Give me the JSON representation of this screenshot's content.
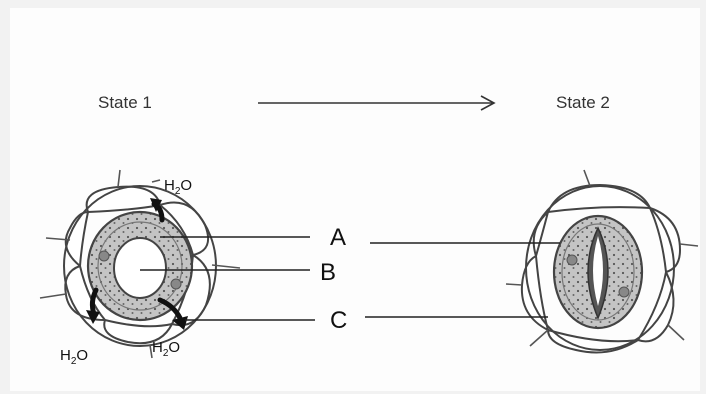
{
  "states": {
    "left": "State 1",
    "right": "State 2"
  },
  "labels": {
    "a": "A",
    "b": "B",
    "c": "C"
  },
  "water": {
    "base": "H",
    "subscript": "2",
    "tail": "O"
  },
  "colors": {
    "outline": "#444444",
    "guard_fill": "#b9b9b9",
    "cell_fill": "#ffffff",
    "arrow": "#111111"
  }
}
